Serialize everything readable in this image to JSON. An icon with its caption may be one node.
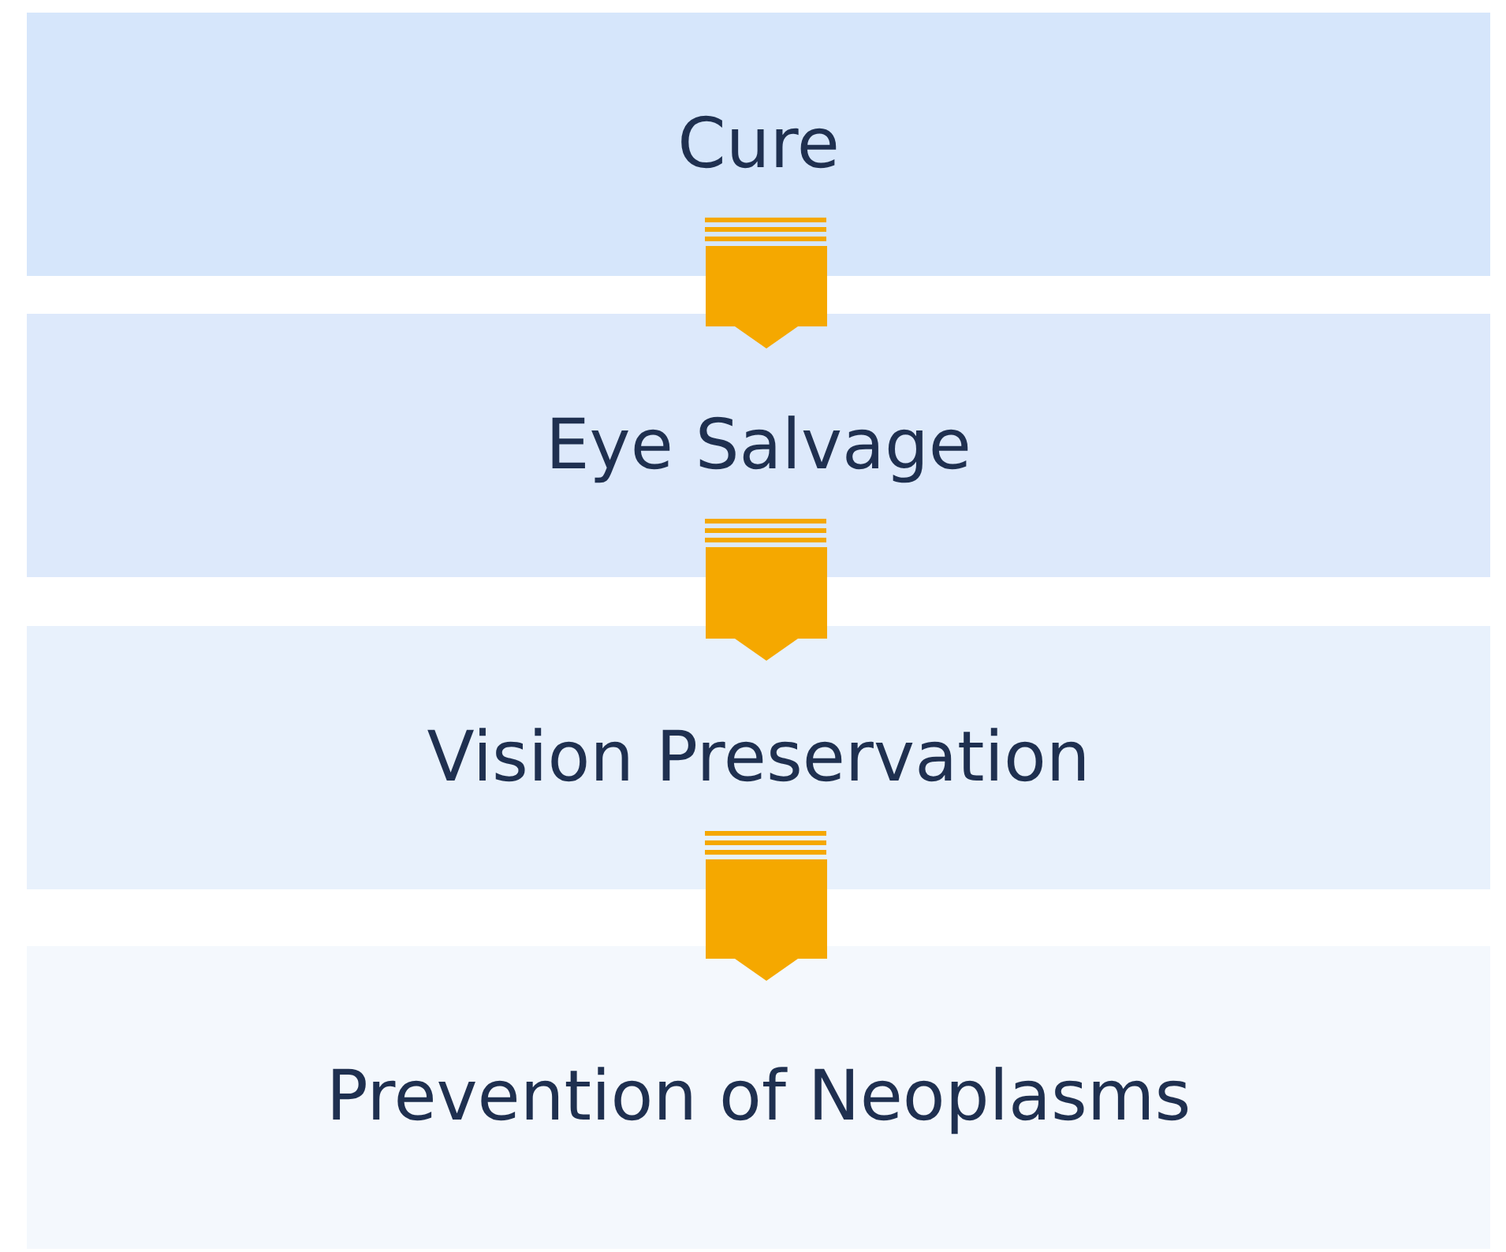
{
  "diagram": {
    "nodes": [
      {
        "text": [
          "Cure"
        ]
      },
      {
        "text": [
          "Eye Salvage"
        ]
      },
      {
        "text": [
          "Vision Preservation"
        ]
      },
      {
        "text": [
          "Prevention of Neoplasms"
        ]
      }
    ],
    "edges": [
      {
        "from": 0,
        "to": 1,
        "arrow": "to"
      },
      {
        "from": 1,
        "to": 2,
        "arrow": "to"
      },
      {
        "from": 2,
        "to": 3,
        "arrow": "to"
      }
    ]
  }
}
